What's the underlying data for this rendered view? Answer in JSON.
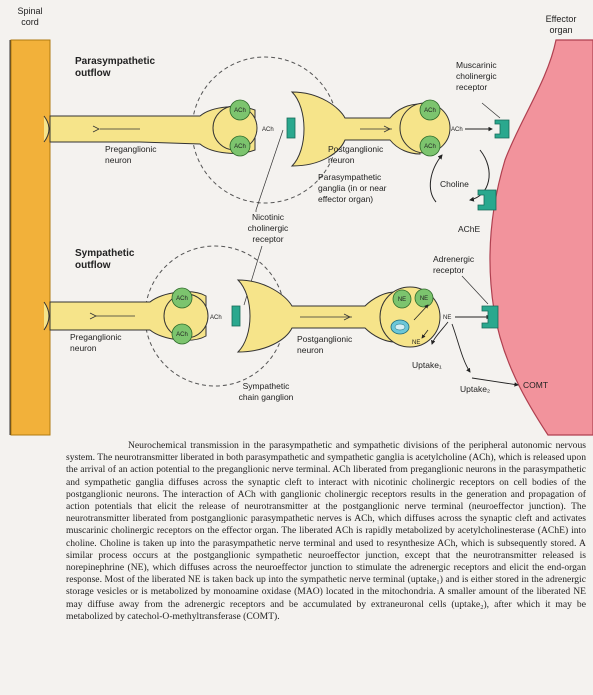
{
  "labels": {
    "spinal_cord": [
      "Spinal",
      "cord"
    ],
    "effector_organ": [
      "Effector",
      "organ"
    ],
    "parasympathetic_outflow": [
      "Parasympathetic",
      "outflow"
    ],
    "sympathetic_outflow": [
      "Sympathetic",
      "outflow"
    ],
    "para_preganglionic": [
      "Preganglionic",
      "neuron"
    ],
    "para_postganglionic": [
      "Postganglionic",
      "neuron"
    ],
    "para_ganglia": [
      "Parasympathetic",
      "ganglia (in or near",
      "effector organ)"
    ],
    "nicotinic_receptor": [
      "Nicotinic",
      "cholinergic",
      "receptor"
    ],
    "muscarinic_receptor": [
      "Muscarinic",
      "cholinergic",
      "receptor"
    ],
    "choline": "Choline",
    "ache": "AChE",
    "adrenergic_receptor": [
      "Adrenergic",
      "receptor"
    ],
    "symp_preganglionic": [
      "Preganglionic",
      "neuron"
    ],
    "symp_postganglionic": [
      "Postganglionic",
      "neuron"
    ],
    "symp_ganglion": [
      "Sympathetic",
      "chain ganglion"
    ],
    "uptake1": "Uptake₁",
    "uptake2": "Uptake₂",
    "comt": "COMT",
    "ach": "ACh",
    "ne": "NE"
  },
  "caption": {
    "p1": "Neurochemical transmission in the parasympathetic and sympathetic divisions of the peripheral autonomic nervous system. The neurotransmitter liberated in both parasympathetic and sympathetic ganglia is acetylcholine (ACh), which is released upon the arrival of an action potential to the preganglionic nerve terminal. ACh liberated from preganglionic neurons in the parasympathetic and sympathetic ganglia diffuses across the synaptic cleft to interact with nicotinic cholinergic receptors on cell bodies of the postganglionic neurons. The interaction of ACh with ganglionic cholinergic receptors results in the generation and propagation of action potentials that elicit the release of neurotransmitter at the postganglionic nerve terminal (neuroeffector junction). The neurotransmitter liberated from postganglionic parasympathetic nerves is ACh, which diffuses across the synaptic cleft and activates muscarinic cholinergic receptors on the effector organ. The liberated ACh is rapidly metabolized by acetylcholinesterase (AChE) into choline. Choline is taken up into the parasympathetic nerve terminal and used to resynthesize ACh, which is subsequently stored. A similar process occurs at the postganglionic sympathetic neuroeffector junction, except that the neurotransmitter released is norepinephrine (NE), which diffuses across the neuroeffector junction to stimulate the adrenergic receptors and elicit the end-organ response. Most of the liberated NE is taken back up into the sympathetic nerve terminal (uptake₁) and is either stored in the adrenergic storage vesicles or is metabolized by monoamine oxidase (MAO) located in the mitochondria. A smaller amount of the liberated NE may diffuse away from the adrenergic receptors and be accumulated by extraneuronal cells (uptake₂), after which it may be metabolized by catechol-O-methyltransferase (COMT)."
  }
}
